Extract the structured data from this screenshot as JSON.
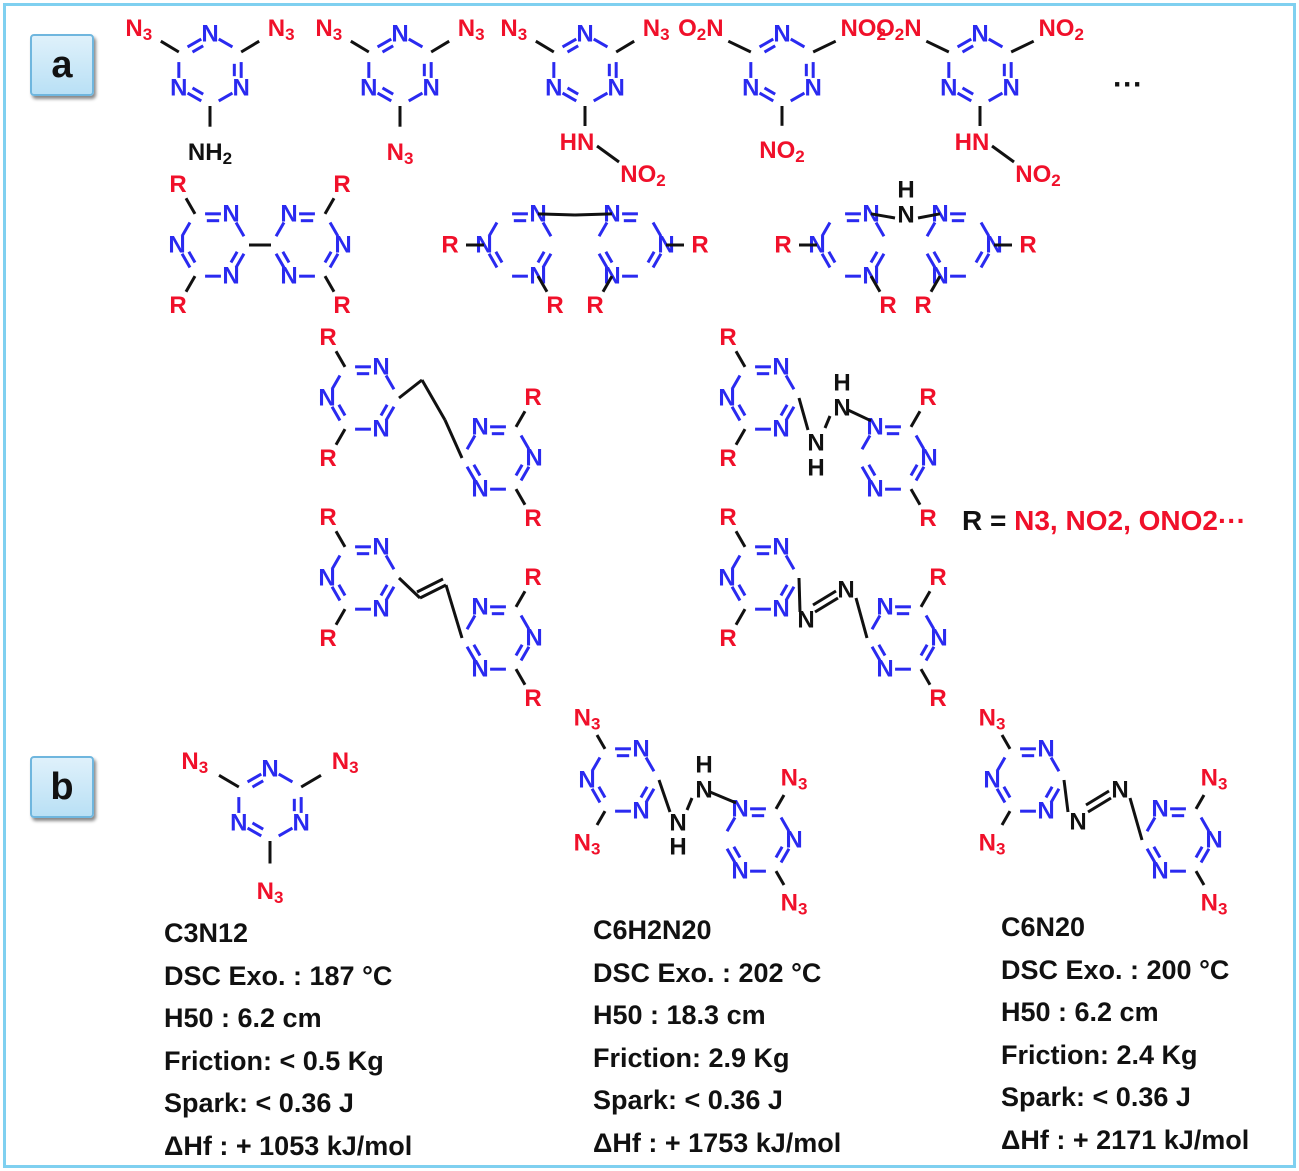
{
  "panels": {
    "a": "a",
    "b": "b"
  },
  "substituents": {
    "azide": "N3",
    "nitro": "NO2",
    "nitro_left": "O2N",
    "amino": "NH2",
    "nitramine_nh": "HN",
    "r": "R",
    "h": "H",
    "n": "N",
    "ellipsis": "···"
  },
  "r_definition": {
    "lhs": "R = ",
    "values": "N3, NO2, ONO2···"
  },
  "compounds": [
    {
      "formula": "C3N12",
      "dsc": "DSC Exo. : 187 °C",
      "h50": "H50 : 6.2 cm",
      "friction": "Friction: < 0.5 Kg",
      "spark": "Spark: < 0.36 J",
      "dhf": "ΔHf : + 1053 kJ/mol"
    },
    {
      "formula": "C6H2N20",
      "dsc": "DSC Exo. : 202 °C",
      "h50": "H50 : 18.3 cm",
      "friction": "Friction: 2.9 Kg",
      "spark": "Spark: < 0.36 J",
      "dhf": "ΔHf : + 1753 kJ/mol"
    },
    {
      "formula": "C6N20",
      "dsc": "DSC Exo. : 200 °C",
      "h50": "H50 : 6.2 cm",
      "friction": "Friction: 2.4 Kg",
      "spark": "Spark: < 0.36 J",
      "dhf": "ΔHf : + 2171 kJ/mol"
    }
  ]
}
